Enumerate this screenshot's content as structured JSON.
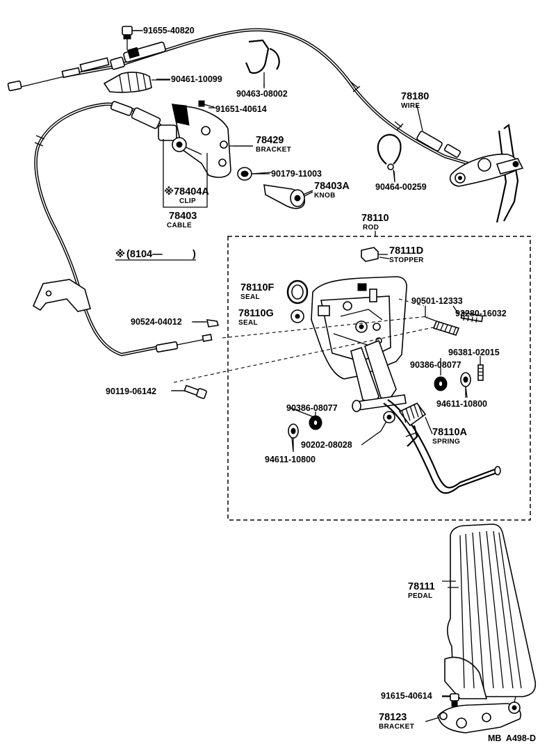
{
  "diagram": {
    "footer_code": "MB  A498-D",
    "note": {
      "symbol": "※",
      "text": "(8104—",
      "close": ")"
    },
    "labels": [
      {
        "key": "p91655",
        "number": "91655-40820",
        "name": ""
      },
      {
        "key": "p90461",
        "number": "90461-10099",
        "name": ""
      },
      {
        "key": "p90463",
        "number": "90463-08002",
        "name": ""
      },
      {
        "key": "p91651",
        "number": "91651-40614",
        "name": ""
      },
      {
        "key": "p78180",
        "number": "78180",
        "name": "WIRE"
      },
      {
        "key": "p78429",
        "number": "78429",
        "name": "BRACKET"
      },
      {
        "key": "p90179",
        "number": "90179-11003",
        "name": ""
      },
      {
        "key": "p78403A",
        "number": "78403A",
        "name": "KNOB"
      },
      {
        "key": "p90464",
        "number": "90464-00259",
        "name": ""
      },
      {
        "key": "p78404A",
        "number": "※78404A",
        "name": "CLIP"
      },
      {
        "key": "p78403",
        "number": "78403",
        "name": "CABLE"
      },
      {
        "key": "p78110",
        "number": "78110",
        "name": "ROD"
      },
      {
        "key": "p78111D",
        "number": "78111D",
        "name": "STOPPER"
      },
      {
        "key": "p78110F",
        "number": "78110F",
        "name": "SEAL"
      },
      {
        "key": "p78110G",
        "number": "78110G",
        "name": "SEAL"
      },
      {
        "key": "p90501",
        "number": "90501-12333",
        "name": ""
      },
      {
        "key": "p93280",
        "number": "93280-16032",
        "name": ""
      },
      {
        "key": "p90524",
        "number": "90524-04012",
        "name": ""
      },
      {
        "key": "p96381",
        "number": "96381-02015",
        "name": ""
      },
      {
        "key": "p90386a",
        "number": "90386-08077",
        "name": ""
      },
      {
        "key": "p94611a",
        "number": "94611-10800",
        "name": ""
      },
      {
        "key": "p90119",
        "number": "90119-06142",
        "name": ""
      },
      {
        "key": "p90386b",
        "number": "90386-08077",
        "name": ""
      },
      {
        "key": "p78110A",
        "number": "78110A",
        "name": "SPRING"
      },
      {
        "key": "p90202",
        "number": "90202-08028",
        "name": ""
      },
      {
        "key": "p94611b",
        "number": "94611-10800",
        "name": ""
      },
      {
        "key": "p78111",
        "number": "78111",
        "name": "PEDAL"
      },
      {
        "key": "p91615",
        "number": "91615-40614",
        "name": ""
      },
      {
        "key": "p78123",
        "number": "78123",
        "name": "BRACKET"
      }
    ]
  }
}
